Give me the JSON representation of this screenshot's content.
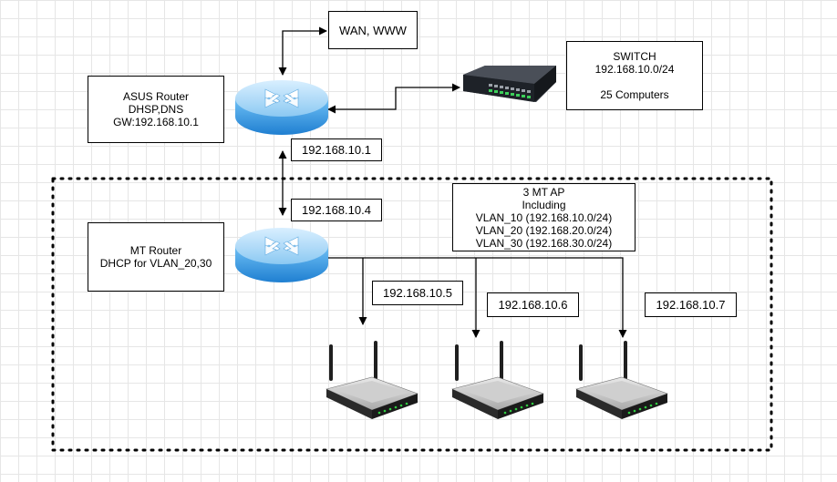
{
  "diagram": {
    "wan_box": {
      "text": "WAN, WWW"
    },
    "switch_box": {
      "line1": "SWITCH",
      "line2": "192.168.10.0/24",
      "line3": "25 Computers"
    },
    "asus_box": {
      "line1": "ASUS Router",
      "line2": "DHSP,DNS",
      "line3": "GW:192.168.10.1"
    },
    "asus_ip": "192.168.10.1",
    "mt_uplink_ip": "192.168.10.4",
    "mt_box": {
      "line1": "MT Router",
      "line2": "DHCP for VLAN_20,30"
    },
    "ap_info_box": {
      "line1": "3 MT AP",
      "line2": "Including",
      "line3": "VLAN_10 (192.168.10.0/24)",
      "line4": "VLAN_20 (192.168.20.0/24)",
      "line5": "VLAN_30 (192.168.30.0/24)"
    },
    "ap_ips": [
      "192.168.10.5",
      "192.168.10.6",
      "192.168.10.7"
    ],
    "icons": {
      "asus_router": "router-icon",
      "mt_router": "router-icon",
      "switch": "network-switch-icon",
      "access_points": "wireless-access-point-icon"
    },
    "colors": {
      "router_body": "#4aa3e8",
      "router_top": "#a9d8f8",
      "switch_body": "#2b2f36",
      "switch_ports": "#3ccf5a",
      "ap_body": "#c8c8c8",
      "ap_base": "#1f1f1f",
      "ap_leds": "#2ecc40"
    }
  }
}
